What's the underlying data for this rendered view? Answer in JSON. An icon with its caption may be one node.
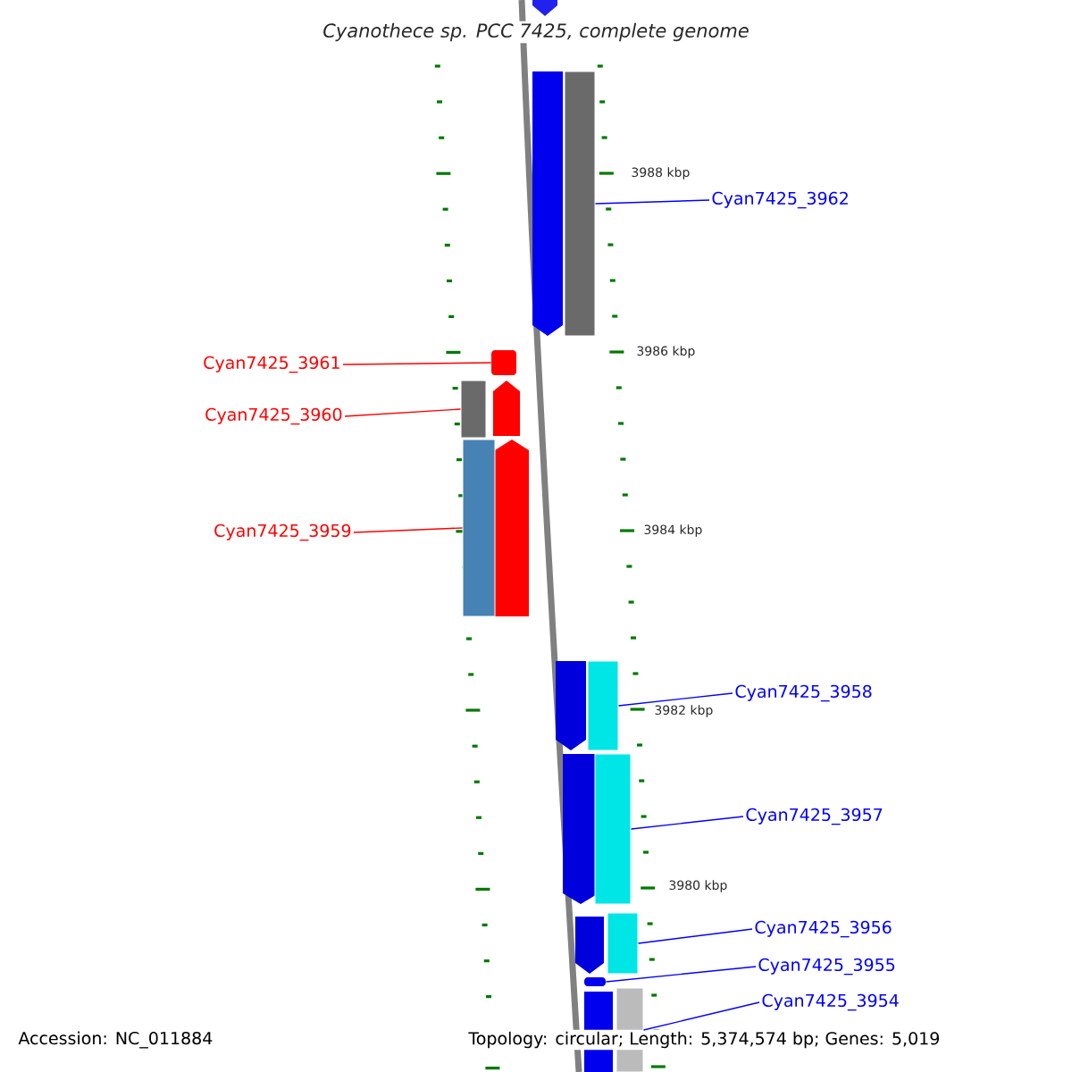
{
  "diagram": {
    "title": "Cyanothece sp. PCC 7425, complete genome",
    "nodes": [
      {
        "text": [
          "Cyan7425_3962"
        ]
      },
      {
        "text": [
          "Cyan7425_3961"
        ]
      },
      {
        "text": [
          "Cyan7425_3960"
        ]
      },
      {
        "text": [
          "Cyan7425_3959"
        ]
      },
      {
        "text": [
          "Cyan7425_3958"
        ]
      },
      {
        "text": [
          "Cyan7425_3957"
        ]
      },
      {
        "text": [
          "Cyan7425_3956"
        ]
      },
      {
        "text": [
          "Cyan7425_3955"
        ]
      },
      {
        "text": [
          "Cyan7425_3954"
        ]
      },
      {
        "text": [],
        "shape": "bar"
      },
      {
        "text": [],
        "shape": "box"
      },
      {
        "text": [],
        "shape": "bar"
      },
      {
        "text": [],
        "shape": "bar"
      },
      {
        "text": [],
        "shape": "bar"
      },
      {
        "text": [],
        "shape": "bar"
      },
      {
        "text": [],
        "shape": "bar"
      },
      {
        "text": [],
        "shape": "box"
      },
      {
        "text": [],
        "shape": "bar"
      }
    ],
    "edges": [
      {
        "from": 0,
        "to": 9,
        "arrow": "none"
      },
      {
        "from": 1,
        "to": 10,
        "arrow": "none",
        "color": "#ff0000"
      },
      {
        "from": 2,
        "to": 11,
        "arrow": "none",
        "color": "#ff0000"
      },
      {
        "from": 3,
        "to": 12,
        "arrow": "none",
        "color": "#ff0000"
      },
      {
        "from": 4,
        "to": 13,
        "arrow": "none"
      },
      {
        "from": 5,
        "to": 14,
        "arrow": "none"
      },
      {
        "from": 6,
        "to": 15,
        "arrow": "none"
      },
      {
        "from": 7,
        "to": 16,
        "arrow": "none"
      },
      {
        "from": 8,
        "to": 17,
        "arrow": "none"
      }
    ],
    "labels": [
      "3988 kbp",
      "3986 kbp",
      "3984 kbp",
      "3982 kbp",
      "3980 kbp",
      "Accession: NC_011884",
      "Topology: circular; Length: 5,374,574 bp; Genes: 5,019"
    ]
  }
}
